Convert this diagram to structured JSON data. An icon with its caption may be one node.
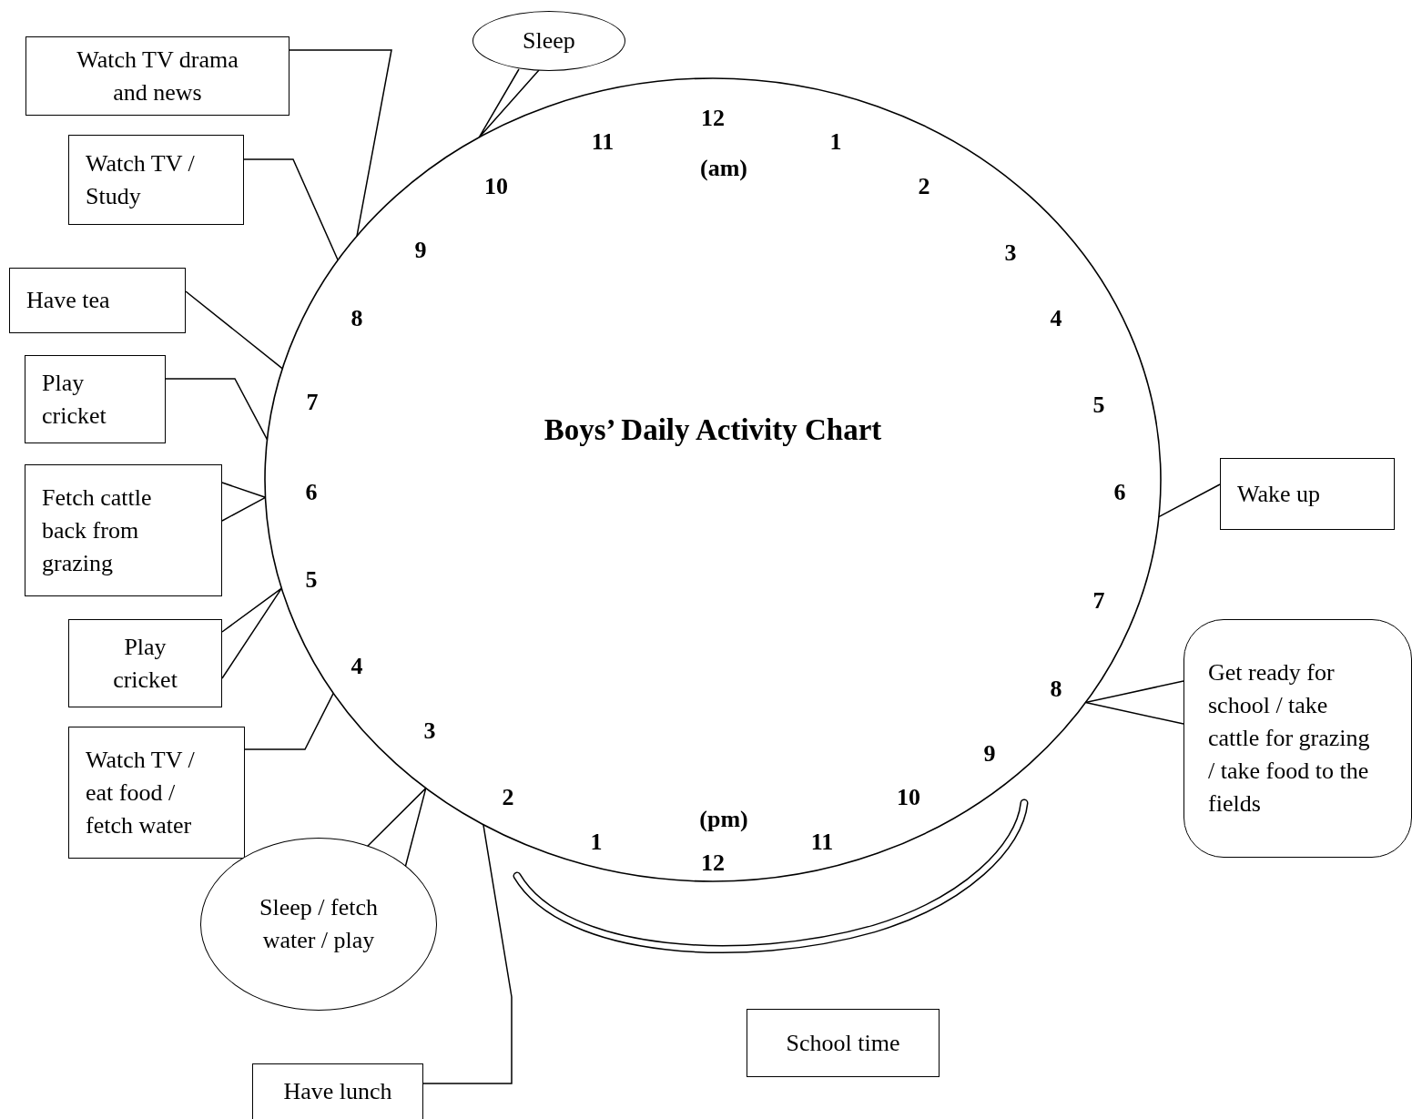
{
  "diagram": {
    "title": "Boys’ Daily Activity Chart",
    "nodes": [
      {
        "text": [],
        "shape": "circle"
      },
      {
        "text": [
          "Watch TV drama and news"
        ]
      },
      {
        "text": [
          "Sleep"
        ]
      },
      {
        "text": [
          "Watch TV / Study"
        ]
      },
      {
        "text": [
          "Have tea"
        ]
      },
      {
        "text": [
          "Play cricket"
        ]
      },
      {
        "text": [
          "Fetch cattle back from grazing"
        ]
      },
      {
        "text": [
          "Play cricket"
        ]
      },
      {
        "text": [
          "Watch TV / eat food / fetch water"
        ]
      },
      {
        "text": [
          "Sleep / fetch water / play"
        ]
      },
      {
        "text": [
          "Have lunch"
        ]
      },
      {
        "text": [
          "School time"
        ]
      },
      {
        "text": [
          "Wake up"
        ]
      },
      {
        "text": [
          "Get ready for school / take cattle for grazing / take food to the fields"
        ]
      }
    ],
    "edges": [
      {
        "from": 1,
        "to": 0,
        "arrow": "none"
      },
      {
        "from": 2,
        "to": 0,
        "arrow": "none"
      },
      {
        "from": 3,
        "to": 0,
        "arrow": "none"
      },
      {
        "from": 4,
        "to": 0,
        "arrow": "none"
      },
      {
        "from": 5,
        "to": 0,
        "arrow": "none"
      },
      {
        "from": 6,
        "to": 0,
        "arrow": "none"
      },
      {
        "from": 7,
        "to": 0,
        "arrow": "none"
      },
      {
        "from": 8,
        "to": 0,
        "arrow": "none"
      },
      {
        "from": 9,
        "to": 0,
        "arrow": "none"
      },
      {
        "from": 10,
        "to": 0,
        "arrow": "none"
      },
      {
        "from": 12,
        "to": 0,
        "arrow": "none"
      },
      {
        "from": 13,
        "to": 0,
        "arrow": "none"
      }
    ],
    "labels": [
      "12",
      "11",
      "1",
      "(am)",
      "10",
      "2",
      "9",
      "3",
      "8",
      "4",
      "7",
      "5",
      "6",
      "6",
      "5",
      "7",
      "4",
      "8",
      "3",
      "9",
      "2",
      "10",
      "(pm)",
      "1",
      "11",
      "12"
    ]
  }
}
